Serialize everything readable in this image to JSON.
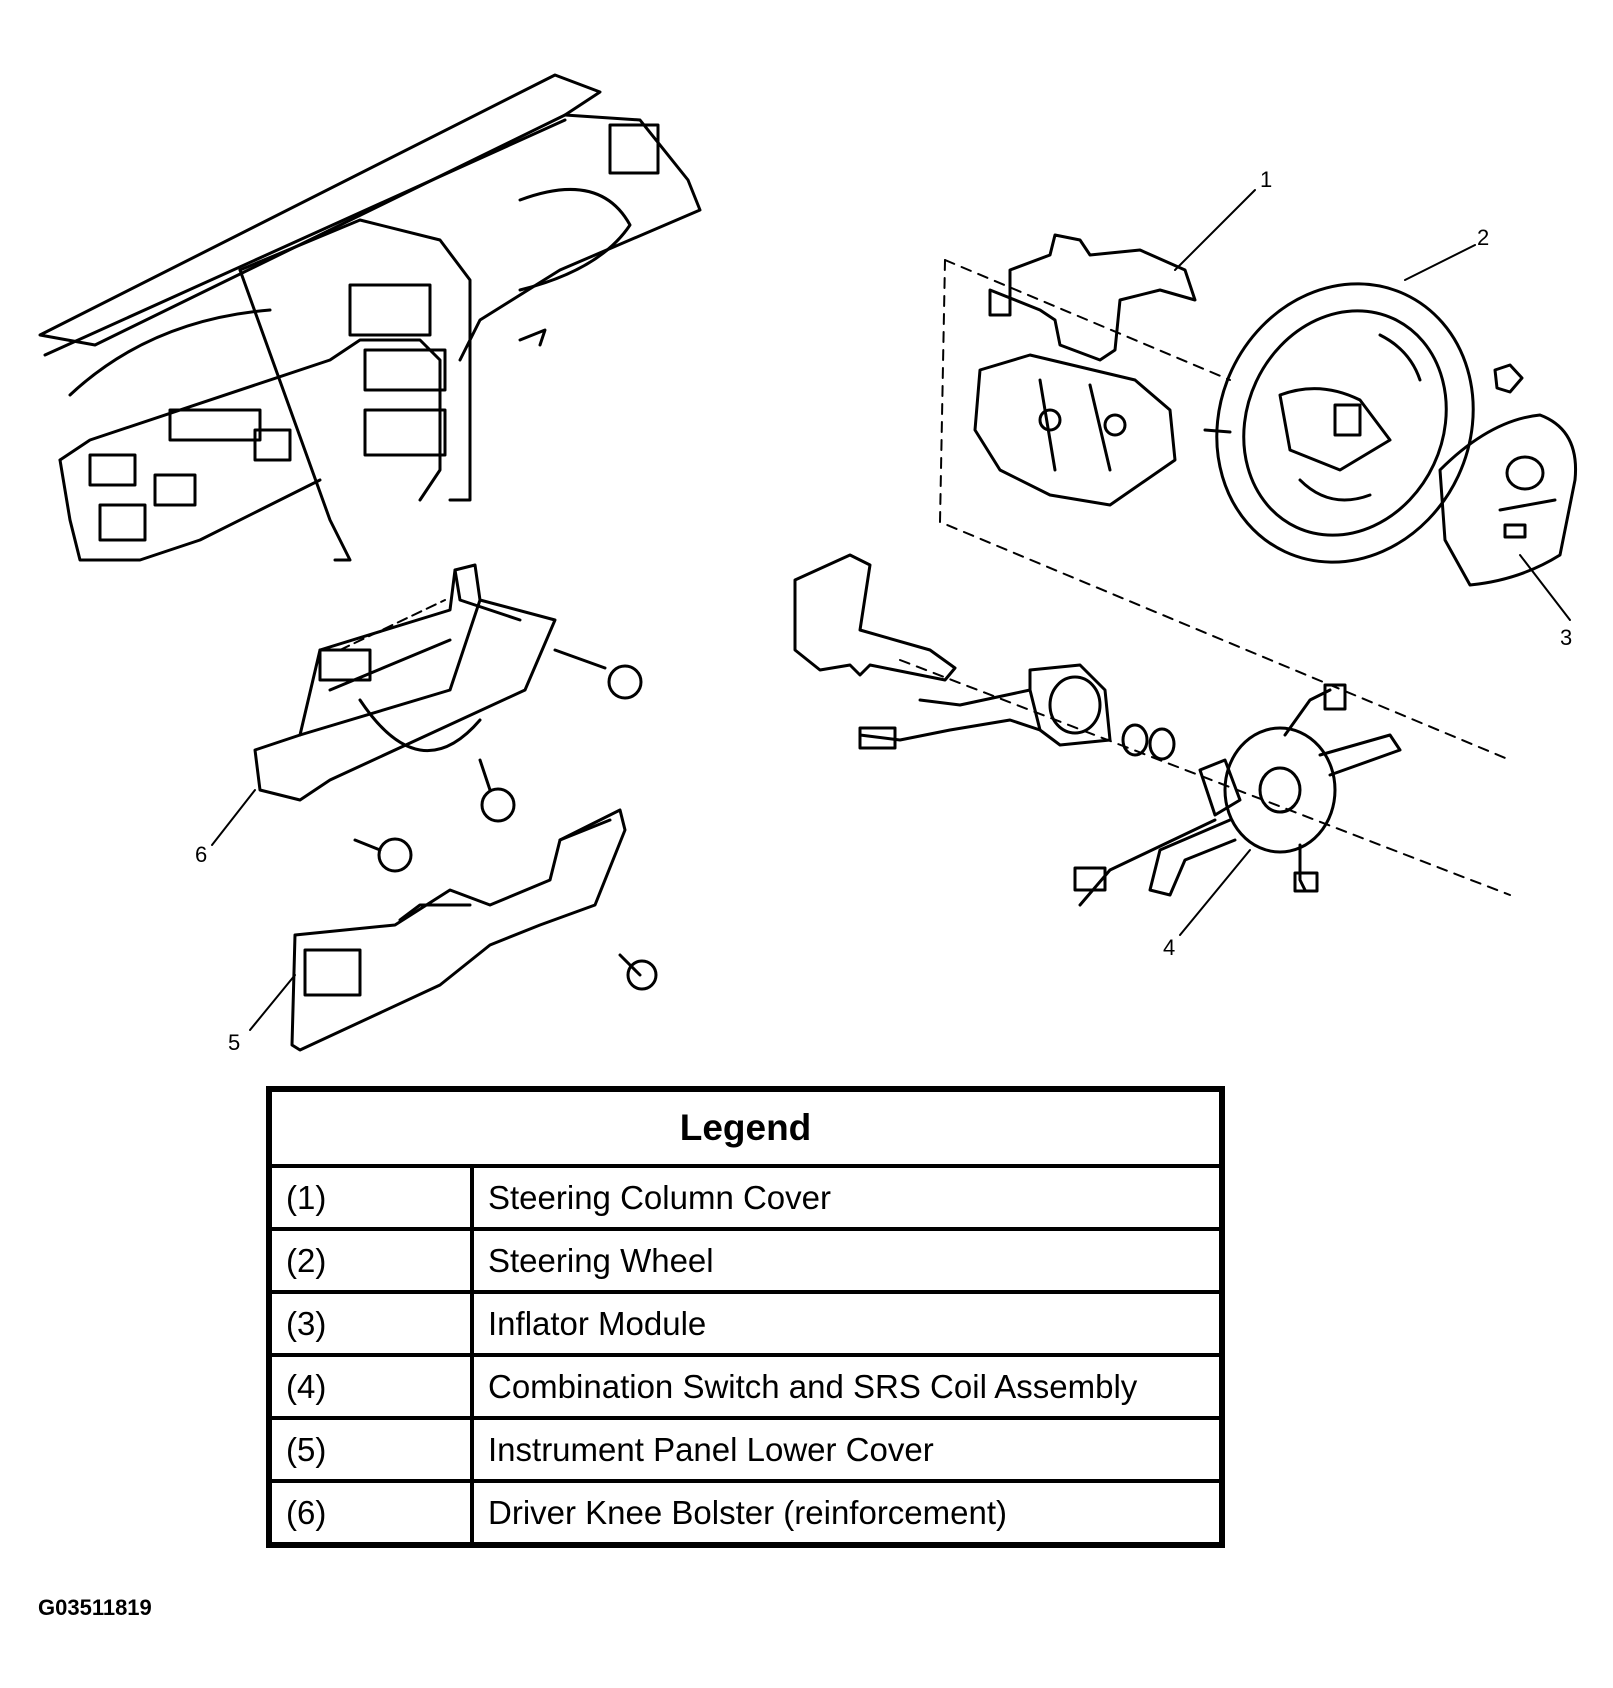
{
  "callouts": [
    "1",
    "2",
    "3",
    "4",
    "5",
    "6"
  ],
  "legend": {
    "title": "Legend",
    "rows": [
      {
        "num": "(1)",
        "label": "Steering Column Cover"
      },
      {
        "num": "(2)",
        "label": "Steering Wheel"
      },
      {
        "num": "(3)",
        "label": "Inflator Module"
      },
      {
        "num": "(4)",
        "label": "Combination Switch and SRS Coil Assembly"
      },
      {
        "num": "(5)",
        "label": "Instrument Panel Lower Cover"
      },
      {
        "num": "(6)",
        "label": "Driver Knee Bolster (reinforcement)"
      }
    ]
  },
  "figure_id": "G03511819"
}
